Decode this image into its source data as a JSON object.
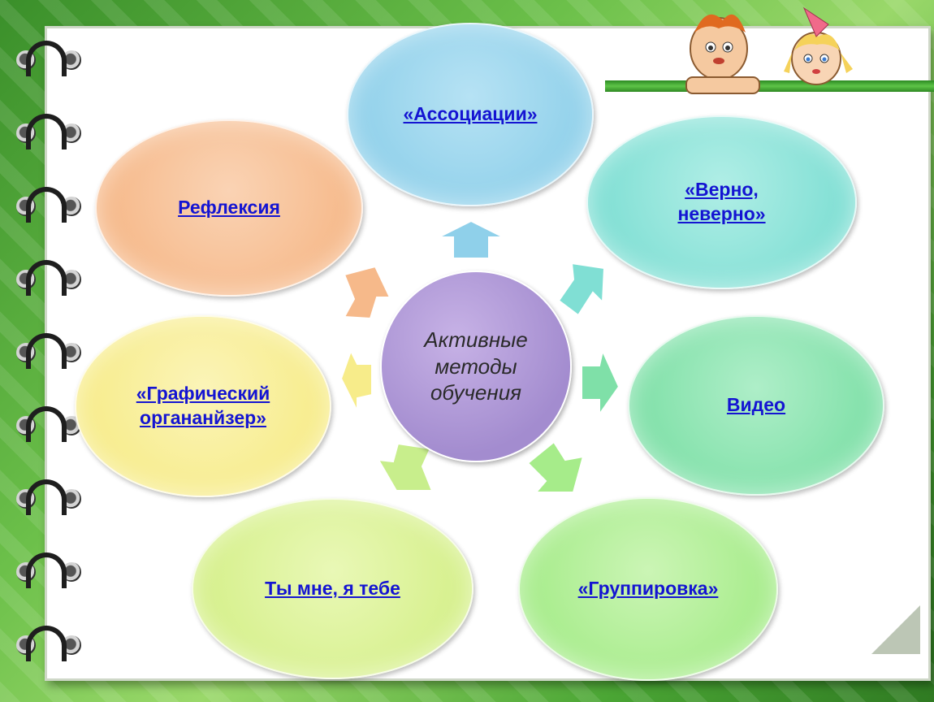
{
  "diagram": {
    "center": "Активные методы обучения",
    "nodes": [
      {
        "label": "«Ассоциации»",
        "color": "#8fd0ea"
      },
      {
        "label": "«Верно, неверно»",
        "color": "#80dfd4"
      },
      {
        "label": "Видео",
        "color": "#7fe0a8"
      },
      {
        "label": "«Группировка»",
        "color": "#a6ec8a"
      },
      {
        "label": "Ты мне, я тебе",
        "color": "#d6f08c"
      },
      {
        "label": "«Графический органанйзер»",
        "color": "#f7ec8a"
      },
      {
        "label": "Рефлексия",
        "color": "#f6b98a"
      }
    ]
  }
}
